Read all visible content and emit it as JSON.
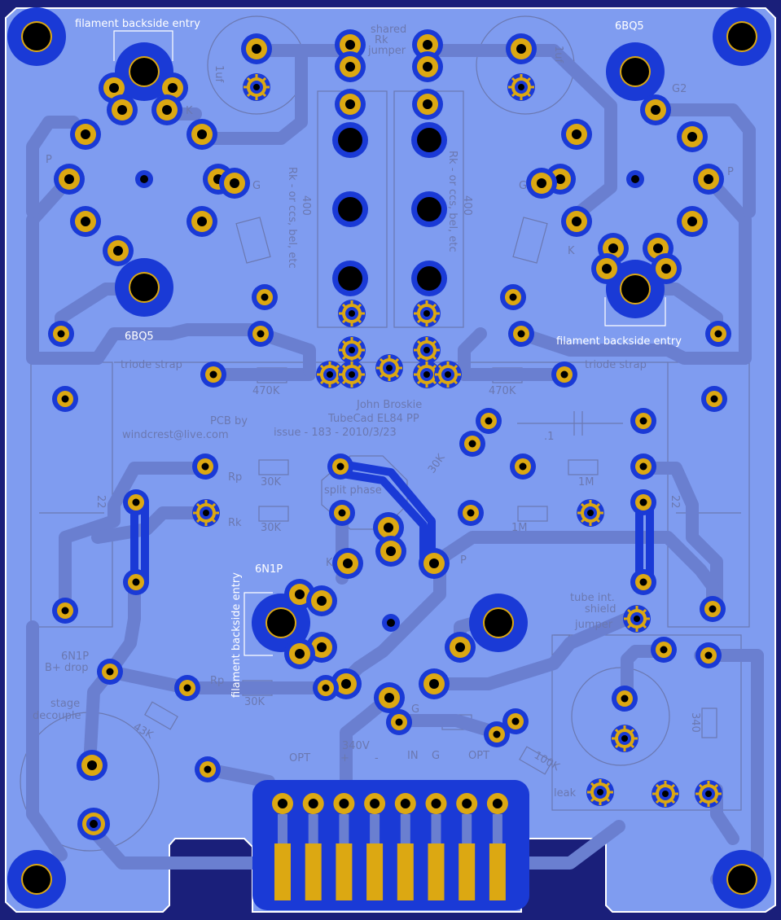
{
  "board": {
    "colors": {
      "substrate": "#7f9cf0",
      "edge": "#ffffff",
      "back_copper": "#6a7fd0",
      "top_copper": "#1a3ad6",
      "pad_gold": "#dca812",
      "drill": "#000000",
      "silk_top": "#ffffff",
      "silk_back": "#6b78b0"
    }
  },
  "labels": {
    "top": {
      "fil_left": "filament backside entry",
      "fil_right": "filament backside entry",
      "fil_vertical": "filament backside entry",
      "tube_tl": "6BQ5",
      "tube_bl": "6BQ5",
      "tube_tr": "6BQ5",
      "tube_small": "6N1P"
    },
    "back": {
      "shared": "shared",
      "rk": "Rk",
      "jumper": "jumper",
      "res_400_left": "400",
      "res_400_right": "400",
      "rk_cc_left": "Rk - or ccs, bel, etc",
      "rk_cc_right": "Rk - or ccs, bel, etc",
      "uf1": "1uf",
      "uf2": "1uf",
      "k_tl": "K",
      "g_tl": "G",
      "g2_tr": "G2",
      "p_tl": "P",
      "p_tr": "P",
      "k_tr": "K",
      "g_tr": "G",
      "triode_left": "triode strap",
      "triode_right": "triode strap",
      "r470_left": "470K",
      "r470_right": "470K",
      "author": "John Broskie",
      "project": "TubeCad EL84 PP",
      "issue": "issue - 183 - 2010/3/23",
      "pcb_by": "PCB by",
      "email": "windcrest@live.com",
      "cap_1": ".1",
      "rp": "Rp",
      "rk2": "Rk",
      "r30k_a": "30K",
      "r30k_b": "30K",
      "r30k_c": "30K",
      "r30k_d": "30K",
      "split": "split phase",
      "r1m_a": "1M",
      "r1m_b": "1M",
      "c22_left": "22",
      "c22_right": "22",
      "tube_int": "tube int.",
      "shield": "shield",
      "jumper2": "jumper",
      "b_drop1": "6N1P",
      "b_drop2": "B+ drop",
      "stage": "stage",
      "decouple": "decouple",
      "rp2": "Rp",
      "r43k": "43K",
      "v340": "340V",
      "plus": "+",
      "minus": "-",
      "in": "IN",
      "g": "G",
      "opt_left": "OPT",
      "opt_right": "OPT",
      "leak": "leak",
      "r100k": "100K",
      "r340": "340",
      "p_small": "P",
      "k_small": "K",
      "g_small": "G"
    }
  },
  "connector": {
    "pin_count": 8
  }
}
